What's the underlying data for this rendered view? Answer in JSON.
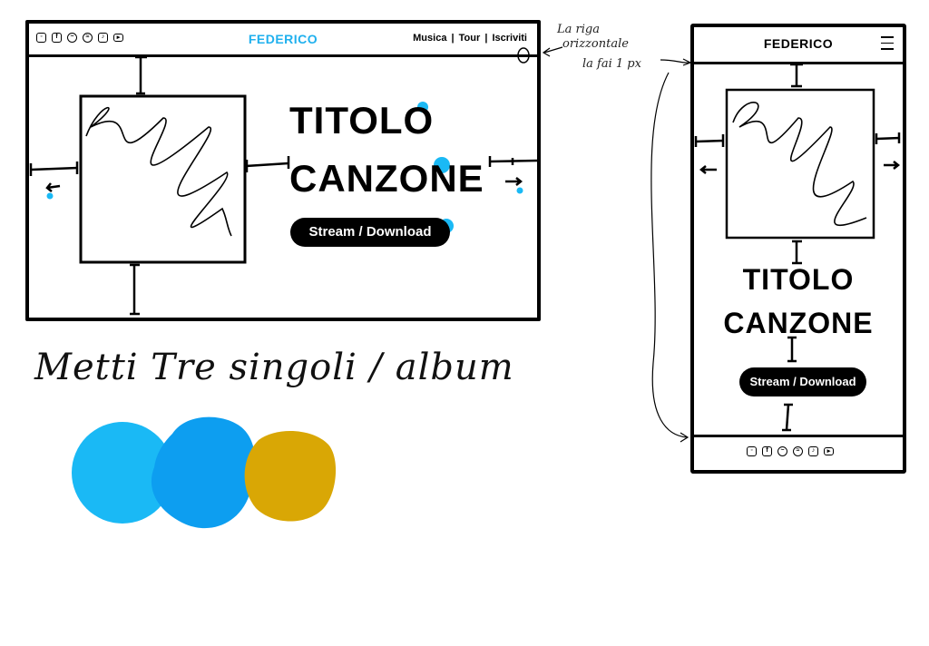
{
  "desktop": {
    "brand": "FEDERICO",
    "nav": [
      "Musica",
      "Tour",
      "Iscriviti"
    ],
    "nav_separator": "|",
    "social_icons": [
      "instagram-icon",
      "facebook-icon",
      "twitter-icon",
      "spotify-icon",
      "apple-music-icon",
      "youtube-icon"
    ],
    "title_line1": "TITOLO",
    "title_line2": "CANZONE",
    "cta": "Stream / Download"
  },
  "mobile": {
    "brand": "FEDERICO",
    "menu_icon": "hamburger-icon",
    "title_line1": "TITOLO",
    "title_line2": "CANZONE",
    "cta": "Stream / Download",
    "social_icons": [
      "instagram-icon",
      "facebook-icon",
      "twitter-icon",
      "spotify-icon",
      "apple-music-icon",
      "youtube-icon"
    ]
  },
  "annotation": {
    "line1": "La riga",
    "line2": "orizzontale",
    "line3": "la fai 1 px"
  },
  "instruction": "Metti Tre singoli / album",
  "palette": {
    "accent": "#1fb0ee",
    "light_blue": "#1ab9f5",
    "blue": "#0d9ef0",
    "gold": "#d9a705",
    "text": "#000000"
  }
}
